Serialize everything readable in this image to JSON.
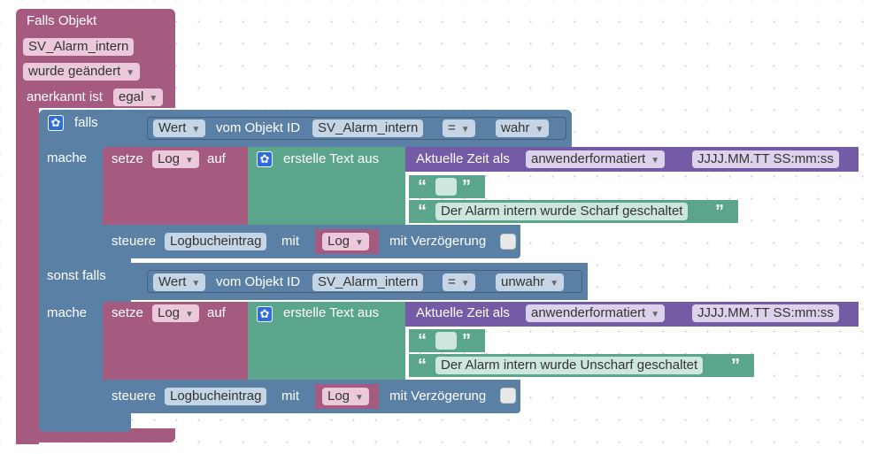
{
  "trigger": {
    "header": "Falls Objekt",
    "object": "SV_Alarm_intern",
    "change_mode": "wurde geändert",
    "ack_label": "anerkannt ist",
    "ack_value": "egal"
  },
  "if_block": {
    "if_label": "falls",
    "do_label": "mache",
    "elseif_label": "sonst falls"
  },
  "condition1": {
    "prop": "Wert",
    "of_object": "vom Objekt ID",
    "object": "SV_Alarm_intern",
    "op": "=",
    "value": "wahr"
  },
  "condition2": {
    "prop": "Wert",
    "of_object": "vom Objekt ID",
    "object": "SV_Alarm_intern",
    "op": "=",
    "value": "unwahr"
  },
  "branch1": {
    "set_label": "setze",
    "var": "Log",
    "to_label": "auf",
    "create_text": "erstelle Text aus",
    "time_label": "Aktuelle Zeit als",
    "time_format_mode": "anwenderformatiert",
    "time_format": "JJJJ.MM.TT SS:mm:ss",
    "empty_text": "",
    "message": "Der Alarm intern wurde Scharf geschaltet",
    "control_label": "steuere",
    "control_target": "Logbucheintrag",
    "with_label": "mit",
    "control_var": "Log",
    "delay_label": "mit Verzögerung"
  },
  "branch2": {
    "set_label": "setze",
    "var": "Log",
    "to_label": "auf",
    "create_text": "erstelle Text aus",
    "time_label": "Aktuelle Zeit als",
    "time_format_mode": "anwenderformatiert",
    "time_format": "JJJJ.MM.TT SS:mm:ss",
    "empty_text": "",
    "message": "Der Alarm intern wurde Unscharf geschaltet",
    "control_label": "steuere",
    "control_target": "Logbucheintrag",
    "with_label": "mit",
    "control_var": "Log",
    "delay_label": "mit Verzögerung"
  },
  "icons": {
    "gear": "gear-icon",
    "dropdown": "dropdown-arrow-icon",
    "quote_open": "“",
    "quote_close": "”",
    "arrow_glyph": "▼"
  },
  "colors": {
    "trigger_block": "#a55b80",
    "logic_block": "#5b80a5",
    "text_block": "#5ba58c",
    "time_block": "#745ba5"
  }
}
